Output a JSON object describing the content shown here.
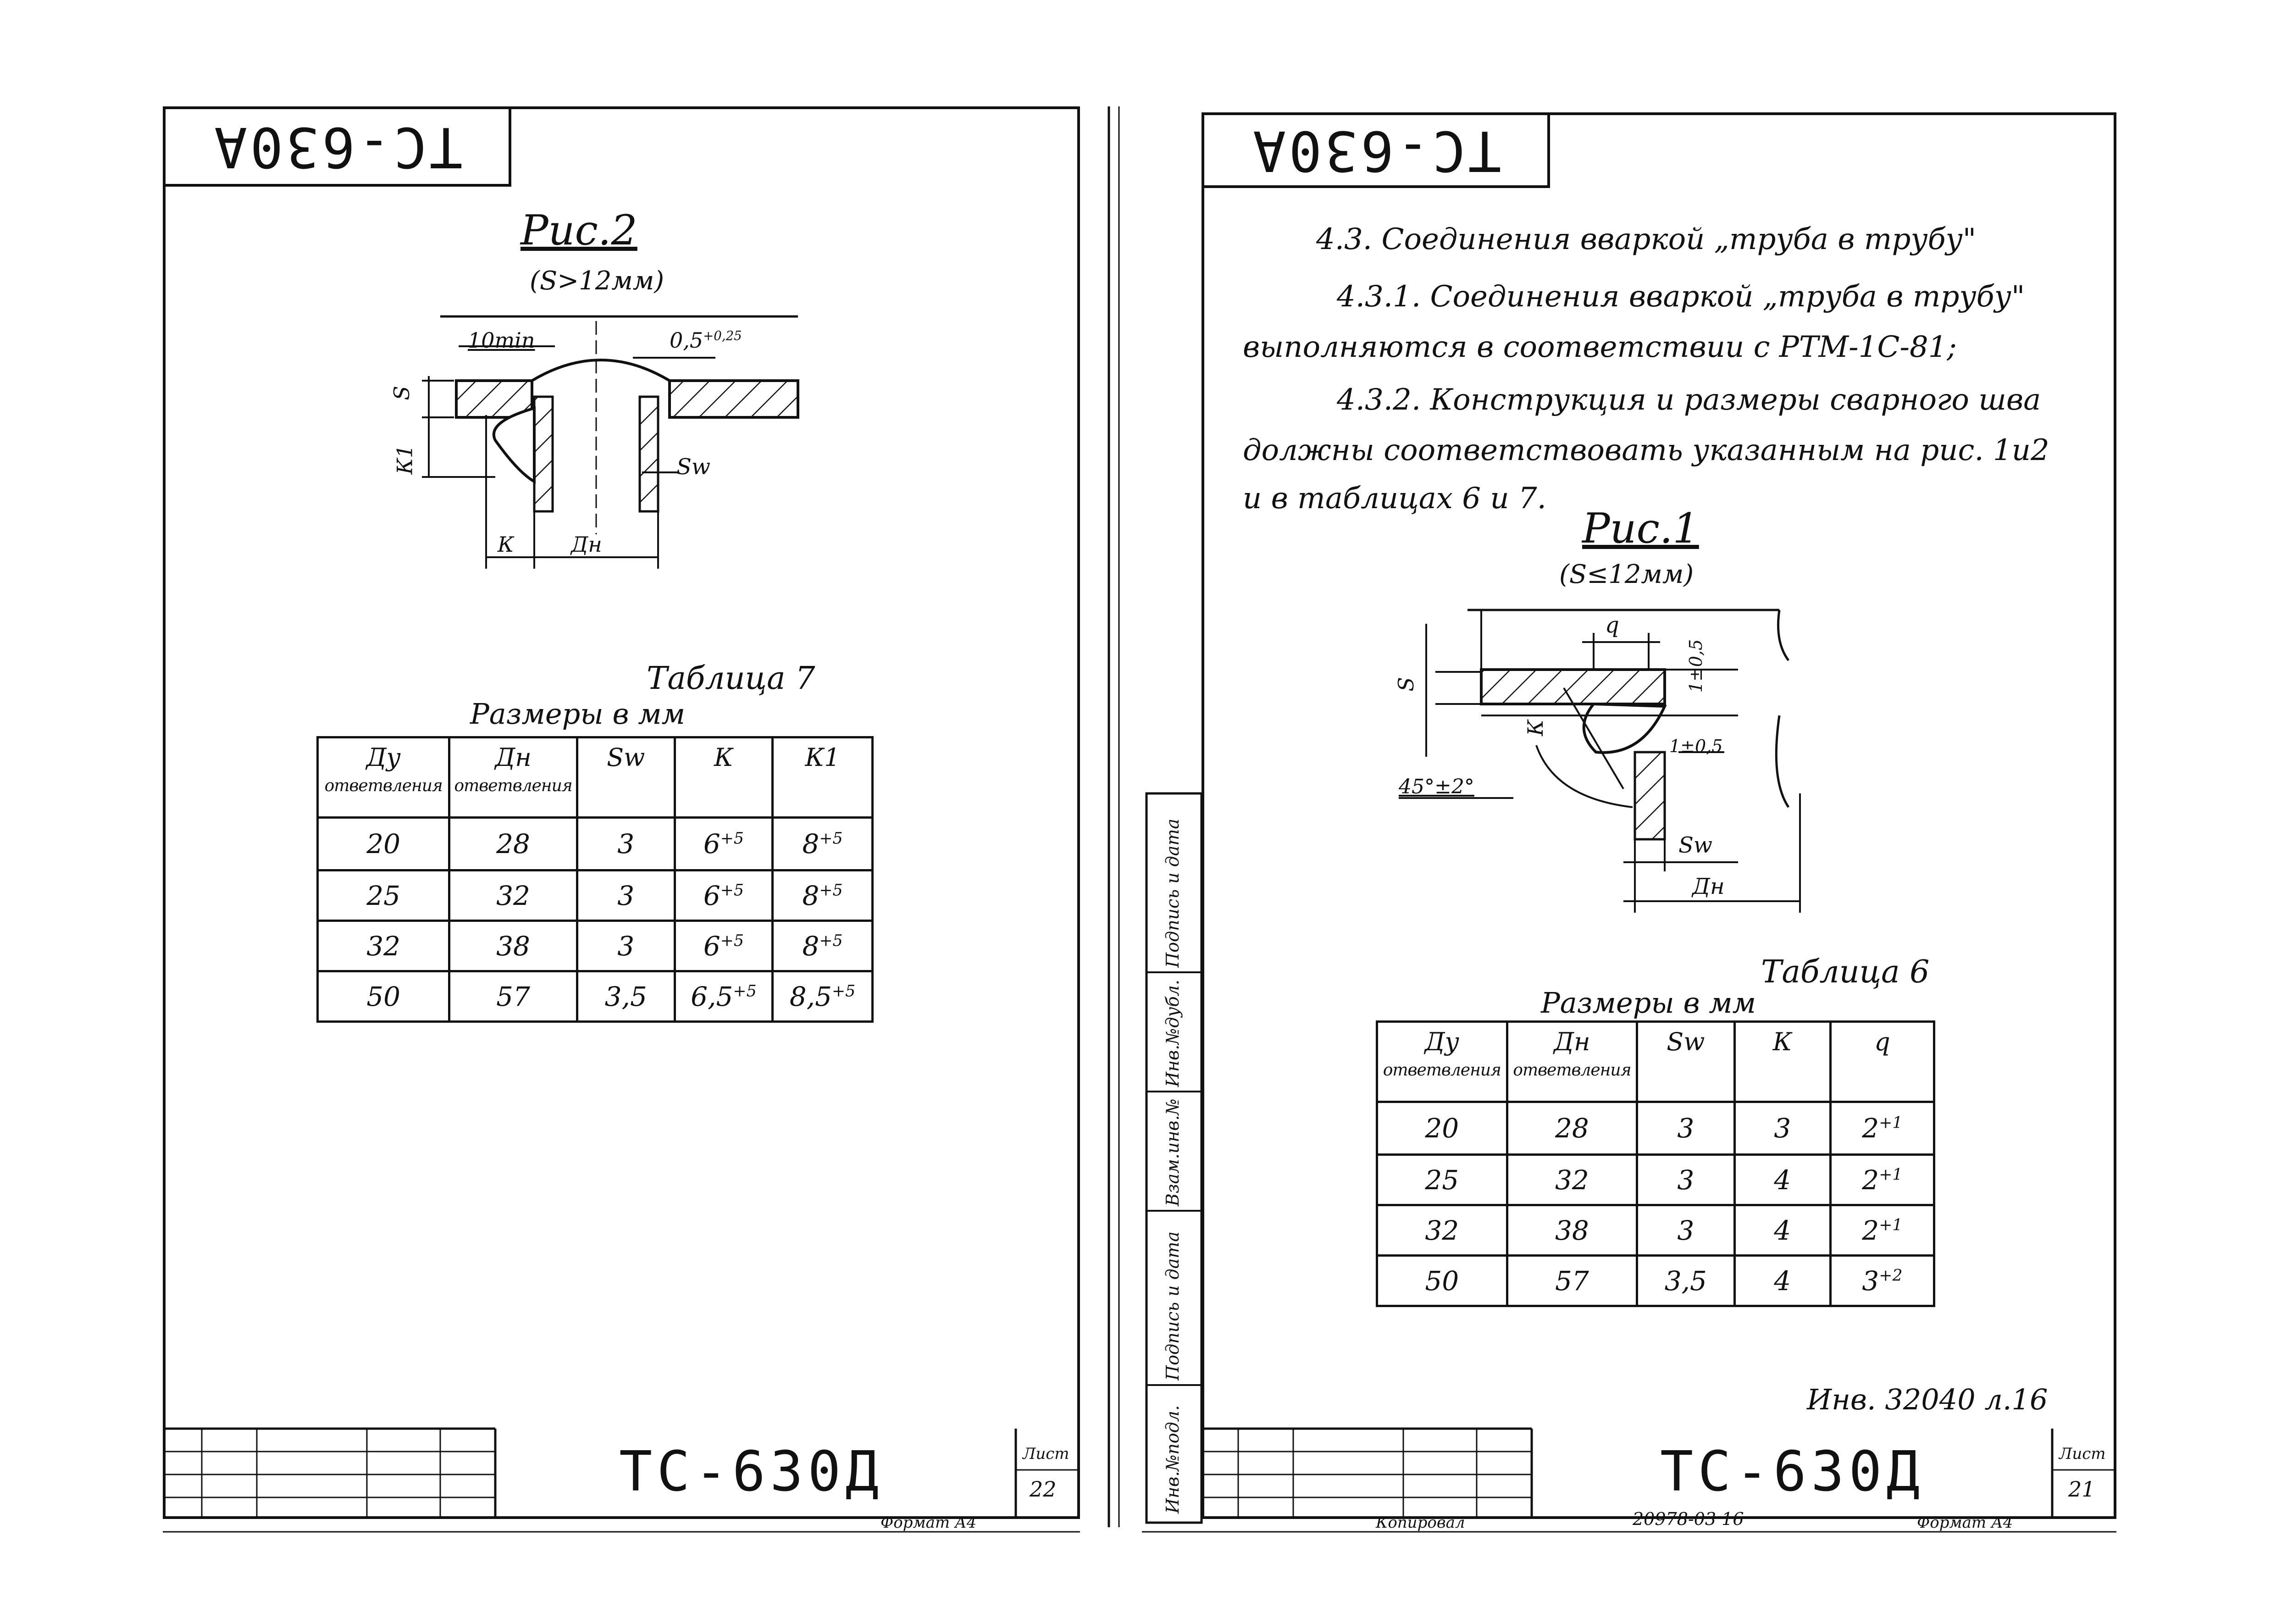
{
  "doc_code": "TC-630A",
  "left_sheet": {
    "figure_title": "Рис.2",
    "figure_condition": "(S>12мм)",
    "table_title": "Таблица 7",
    "table_caption": "Размеры в мм",
    "headers": [
      {
        "main": "Ду",
        "sub": "ответвления"
      },
      {
        "main": "Дн",
        "sub": "ответвления"
      },
      {
        "main": "Sw",
        "sub": ""
      },
      {
        "main": "К",
        "sub": ""
      },
      {
        "main": "К1",
        "sub": ""
      }
    ],
    "rows": [
      [
        "20",
        "28",
        "3",
        "6",
        "+5",
        "8",
        "+5"
      ],
      [
        "25",
        "32",
        "3",
        "6",
        "+5",
        "8",
        "+5"
      ],
      [
        "32",
        "38",
        "3",
        "6",
        "+5",
        "8",
        "+5"
      ],
      [
        "50",
        "57",
        "3,5",
        "6,5",
        "+5",
        "8,5",
        "+5"
      ]
    ],
    "dims": {
      "min": "10min",
      "tol": "0,5",
      "tol_sup": "+0,25",
      "s": "S",
      "k1": "К1",
      "sw": "Sw",
      "k": "К",
      "dn": "Дн"
    },
    "title_block_code": "ТС-630Д",
    "sheet_label": "Лист",
    "sheet_number": "22",
    "bottom_note": "Формат А4"
  },
  "right_sheet": {
    "heading": "4.3. Соединения вваркой „труба в трубу\"",
    "para1_line1": "4.3.1. Соединения вваркой „труба в трубу\"",
    "para1_line2": "выполняются в соответствии с РТМ-1С-81;",
    "para2_line1": "4.3.2. Конструкция и размеры сварного шва",
    "para2_line2": "должны соответствовать указанным на рис. 1и2",
    "para2_line3": "и в таблицах 6 и 7.",
    "figure_title": "Рис.1",
    "figure_condition": "(S≤12мм)",
    "table_title": "Таблица 6",
    "table_caption": "Размеры в мм",
    "headers": [
      {
        "main": "Ду",
        "sub": "ответвления"
      },
      {
        "main": "Дн",
        "sub": "ответвления"
      },
      {
        "main": "Sw",
        "sub": ""
      },
      {
        "main": "К",
        "sub": ""
      },
      {
        "main": "q",
        "sub": ""
      }
    ],
    "rows": [
      [
        "20",
        "28",
        "3",
        "3",
        "2",
        "+1"
      ],
      [
        "25",
        "32",
        "3",
        "4",
        "2",
        "+1"
      ],
      [
        "32",
        "38",
        "3",
        "4",
        "2",
        "+1"
      ],
      [
        "50",
        "57",
        "3,5",
        "4",
        "3",
        "+2"
      ]
    ],
    "dims": {
      "q": "q",
      "angle": "45°±2°",
      "s": "S",
      "k": "К",
      "t1": "1±0,5",
      "t2": "1±0,5",
      "sw": "Sw",
      "dn": "Дн"
    },
    "inventory_note": "Инв. 32040 л.16",
    "title_block_code": "ТС-630Д",
    "sheet_label": "Лист",
    "sheet_number": "21",
    "bottom_copy": "Копировал",
    "bottom_ref": "20978-03 16",
    "bottom_note": "Формат А4",
    "side_labels": [
      "Инв.№подл.",
      "Подпись и дата",
      "Взам.инв.№",
      "Инв.№дубл.",
      "Подпись и дата"
    ]
  }
}
